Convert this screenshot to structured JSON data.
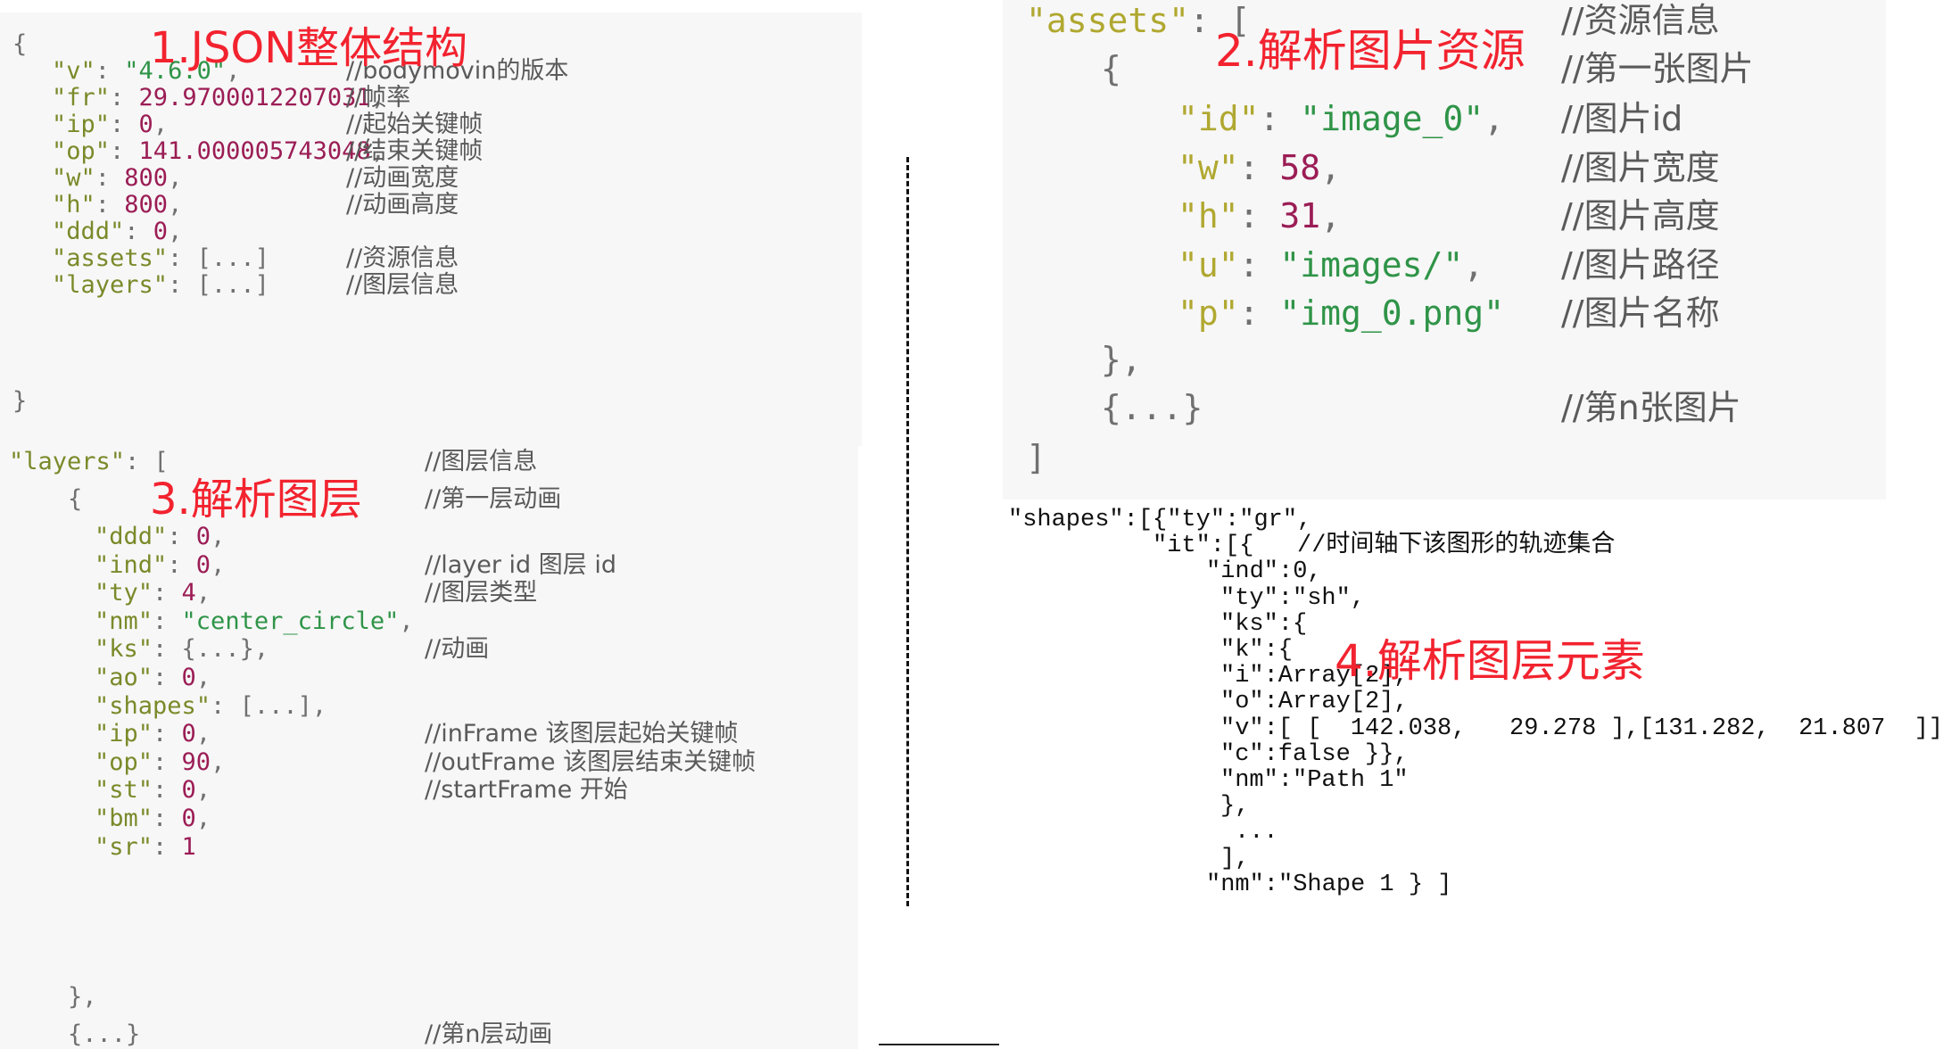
{
  "section1": {
    "heading": "1.JSON整体结构",
    "open": "{",
    "close": "}",
    "rows": [
      {
        "key": "\"v\"",
        "sep": ": ",
        "val": "\"4.6.0\"",
        "vtype": "str",
        "end": ",",
        "comment": "//bodymovin的版本"
      },
      {
        "key": "\"fr\"",
        "sep": ": ",
        "val": "29.9700012207031",
        "vtype": "num",
        "end": ",",
        "comment": "//帧率"
      },
      {
        "key": "\"ip\"",
        "sep": ": ",
        "val": "0",
        "vtype": "num",
        "end": ",",
        "comment": "//起始关键帧"
      },
      {
        "key": "\"op\"",
        "sep": ": ",
        "val": "141.000005743048",
        "vtype": "num",
        "end": ",",
        "comment": "//结束关键帧"
      },
      {
        "key": "\"w\"",
        "sep": ": ",
        "val": "800",
        "vtype": "num",
        "end": ",",
        "comment": "//动画宽度"
      },
      {
        "key": "\"h\"",
        "sep": ": ",
        "val": "800",
        "vtype": "num",
        "end": ",",
        "comment": "//动画高度"
      },
      {
        "key": "\"ddd\"",
        "sep": ": ",
        "val": "0",
        "vtype": "num",
        "end": ",",
        "comment": ""
      },
      {
        "key": "\"assets\"",
        "sep": ": ",
        "val": "[...]",
        "vtype": "p",
        "end": "",
        "comment": "//资源信息"
      },
      {
        "key": "\"layers\"",
        "sep": ": ",
        "val": "[...]",
        "vtype": "p",
        "end": "",
        "comment": "//图层信息"
      }
    ]
  },
  "section2": {
    "heading": "2.解析图片资源",
    "header_key": "\"assets\"",
    "header_rest": ": [",
    "header_comment": "//资源信息",
    "open": "{",
    "open_comment": "//第一张图片",
    "rows": [
      {
        "key": "\"id\"",
        "sep": ": ",
        "val": "\"image_0\"",
        "vtype": "str",
        "end": ",",
        "comment": "//图片id"
      },
      {
        "key": "\"w\"",
        "sep": ": ",
        "val": "58",
        "vtype": "num",
        "end": ",",
        "comment": "//图片宽度"
      },
      {
        "key": "\"h\"",
        "sep": ": ",
        "val": "31",
        "vtype": "num",
        "end": ",",
        "comment": "//图片高度"
      },
      {
        "key": "\"u\"",
        "sep": ": ",
        "val": "\"images/\"",
        "vtype": "str",
        "end": ",",
        "comment": "//图片路径"
      },
      {
        "key": "\"p\"",
        "sep": ": ",
        "val": "\"img_0.png\"",
        "vtype": "str",
        "end": "",
        "comment": "//图片名称"
      }
    ],
    "close_obj": "},",
    "more": "{...}",
    "more_comment": "//第n张图片",
    "close": "]"
  },
  "section3": {
    "heading": "3.解析图层",
    "header_key": "\"layers\"",
    "header_rest": ": [",
    "header_comment": "//图层信息",
    "open": "{",
    "open_comment": "//第一层动画",
    "rows": [
      {
        "key": "\"ddd\"",
        "sep": ": ",
        "val": "0",
        "vtype": "num",
        "end": ",",
        "comment": ""
      },
      {
        "key": "\"ind\"",
        "sep": ": ",
        "val": "0",
        "vtype": "num",
        "end": ",",
        "comment": "//layer id 图层 id"
      },
      {
        "key": "\"ty\"",
        "sep": ": ",
        "val": "4",
        "vtype": "num",
        "end": ",",
        "comment": "//图层类型"
      },
      {
        "key": "\"nm\"",
        "sep": ": ",
        "val": "\"center_circle\"",
        "vtype": "str",
        "end": ",",
        "comment": ""
      },
      {
        "key": "\"ks\"",
        "sep": ": ",
        "val": "{...}",
        "vtype": "p",
        "end": ",",
        "comment": "//动画"
      },
      {
        "key": "\"ao\"",
        "sep": ": ",
        "val": "0",
        "vtype": "num",
        "end": ",",
        "comment": ""
      },
      {
        "key": "\"shapes\"",
        "sep": ": ",
        "val": "[...]",
        "vtype": "p",
        "end": ",",
        "comment": ""
      },
      {
        "key": "\"ip\"",
        "sep": ": ",
        "val": "0",
        "vtype": "num",
        "end": ",",
        "comment": "//inFrame 该图层起始关键帧"
      },
      {
        "key": "\"op\"",
        "sep": ": ",
        "val": "90",
        "vtype": "num",
        "end": ",",
        "comment": "//outFrame 该图层结束关键帧"
      },
      {
        "key": "\"st\"",
        "sep": ": ",
        "val": "0",
        "vtype": "num",
        "end": ",",
        "comment": "//startFrame 开始"
      },
      {
        "key": "\"bm\"",
        "sep": ": ",
        "val": "0",
        "vtype": "num",
        "end": ",",
        "comment": ""
      },
      {
        "key": "\"sr\"",
        "sep": ": ",
        "val": "1",
        "vtype": "num",
        "end": "",
        "comment": ""
      }
    ],
    "close_obj": "},",
    "more": "{...}",
    "more_comment": "//第n层动画"
  },
  "section4": {
    "heading": "4.解析图层元素",
    "lines": [
      "\"shapes\":[{\"ty\":\"gr\",",
      "\"it\":[{   //时间轴下该图形的轨迹集合",
      "\"ind\":0,",
      "\"ty\":\"sh\",",
      "\"ks\":{",
      "\"k\":{",
      "\"i\":Array[2],",
      "\"o\":Array[2],",
      "\"v\":[ [  142.038,   29.278 ],[131.282,  21.807  ]]",
      "\"c\":false }},",
      "\"nm\":\"Path 1\"",
      "},",
      "...",
      "],",
      "\"nm\":\"Shape 1 } ]"
    ]
  }
}
